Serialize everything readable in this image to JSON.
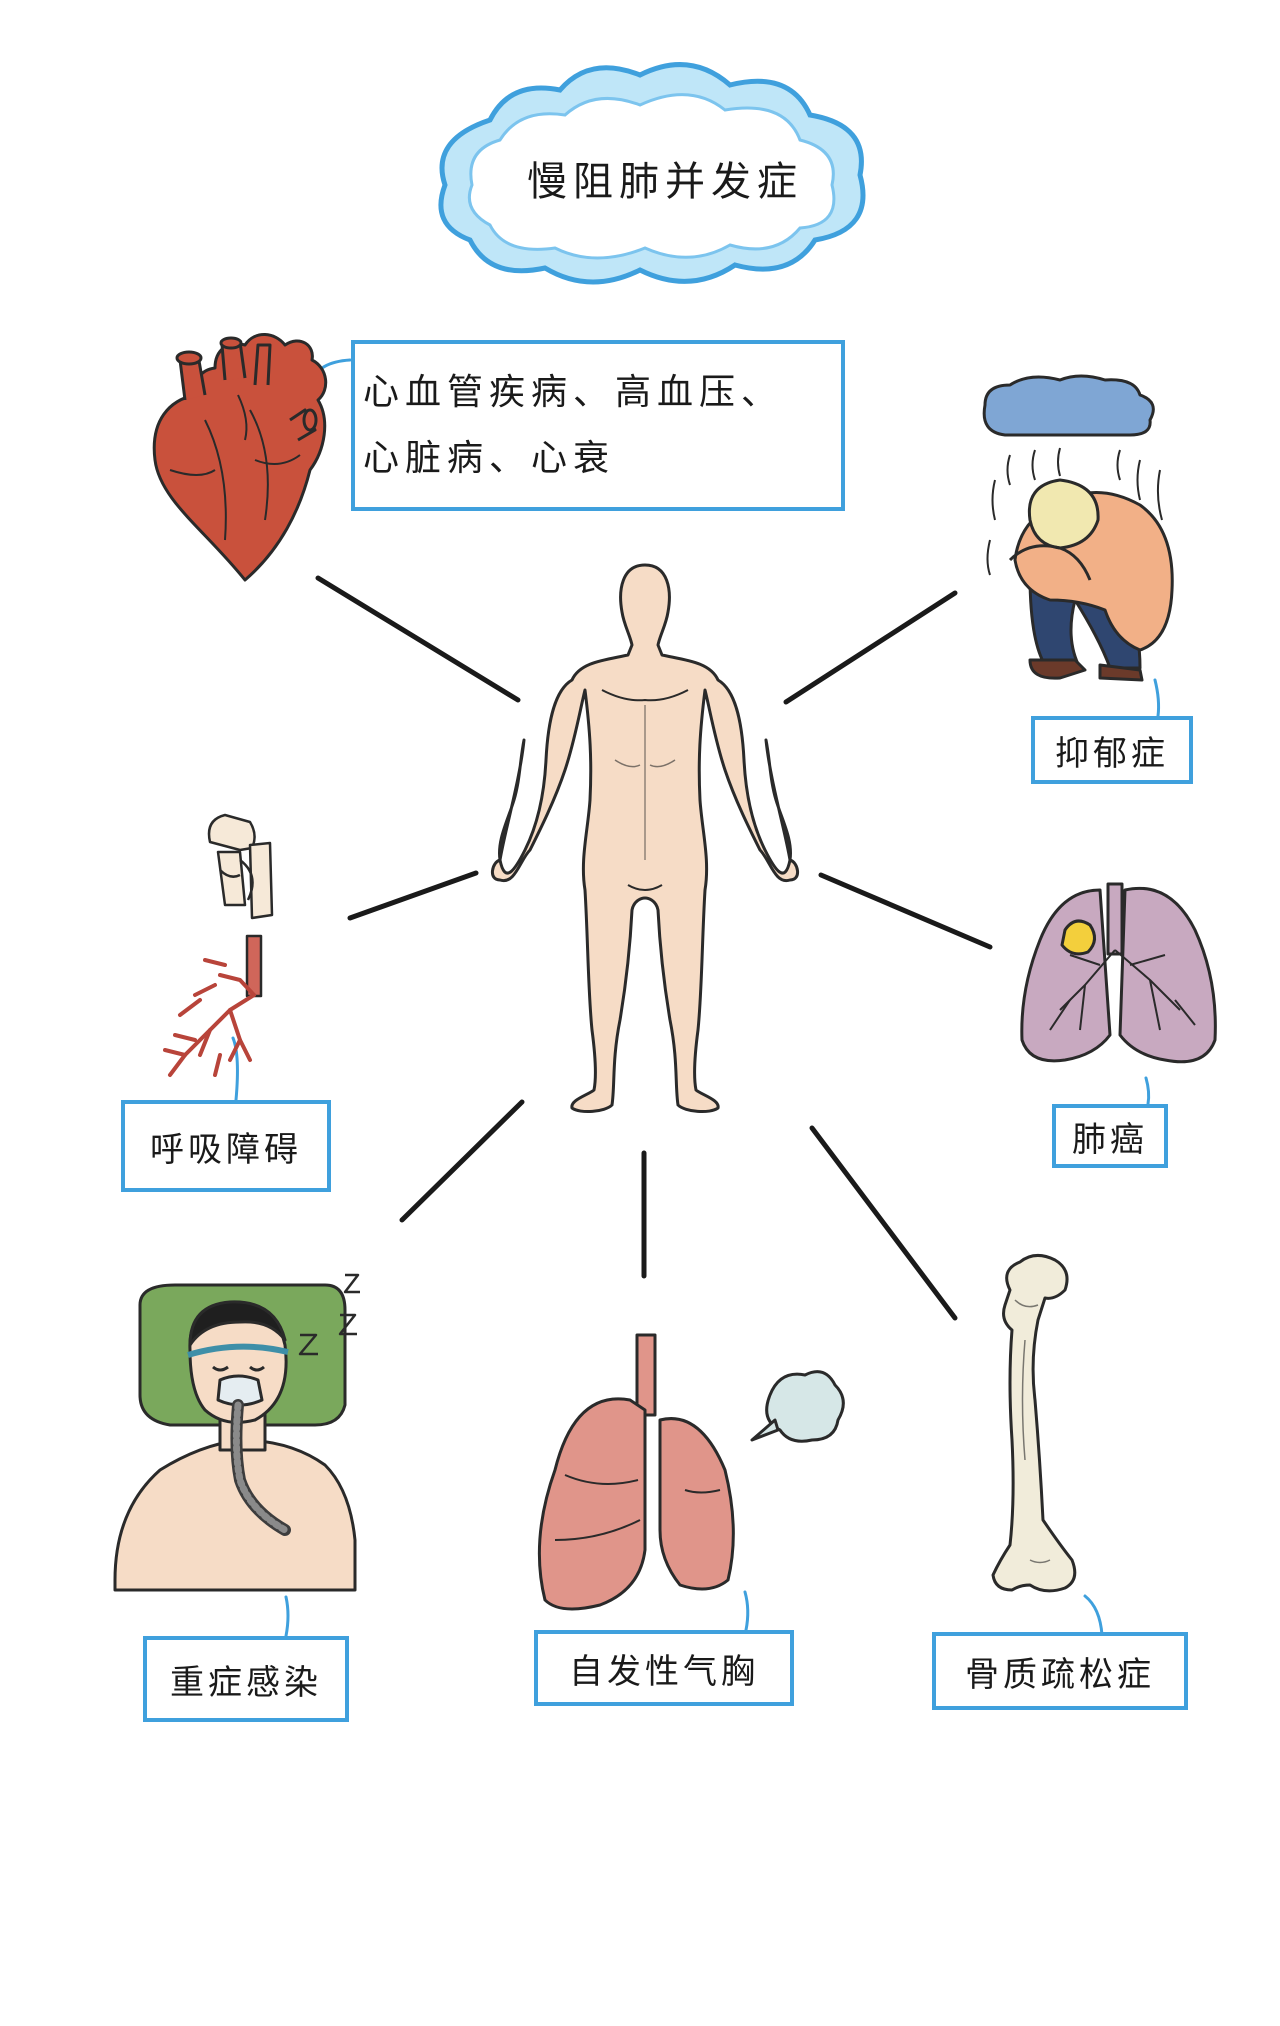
{
  "title": "慢阻肺并发症",
  "complications": {
    "cardio_line1": "心血管疾病、高血压、",
    "cardio_line2": "心脏病、心衰",
    "depression": "抑郁症",
    "respiratory": "呼吸障碍",
    "lung_cancer": "肺癌",
    "infection": "重症感染",
    "pneumothorax": "自发性气胸",
    "osteoporosis": "骨质疏松症"
  },
  "colors": {
    "frame_blue": "#3fa0dd",
    "cloud_fill": "#bfe6f8",
    "skin": "#f6dcc6",
    "heart_red": "#c9513c",
    "lung_pink": "#e0958a",
    "cancer_lung": "#c8a9c0",
    "tumor_yellow": "#f3cf3c",
    "bone": "#f1ecda",
    "rain_cloud": "#7fa6d4",
    "pillow_green": "#7aa85c",
    "hoodie_orange": "#f2b087",
    "jeans_navy": "#2f4670"
  }
}
